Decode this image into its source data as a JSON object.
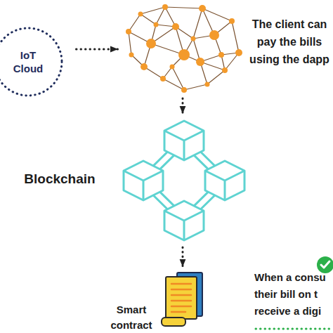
{
  "diagram": {
    "nodes": [
      {
        "text": [
          "IoT Cloud"
        ]
      },
      {
        "text": [
          "The client can pay the bills using the dapp"
        ]
      },
      {
        "text": [
          "Blockchain"
        ]
      },
      {
        "text": [
          "Smart contract"
        ]
      }
    ],
    "edges": [
      {
        "from": 0,
        "to": 1,
        "arrow": "to"
      },
      {
        "from": 1,
        "to": 2,
        "arrow": "to"
      },
      {
        "from": 2,
        "to": 3,
        "arrow": "to"
      }
    ],
    "labels": [
      "When a consu their bill on t receive a digi"
    ]
  }
}
